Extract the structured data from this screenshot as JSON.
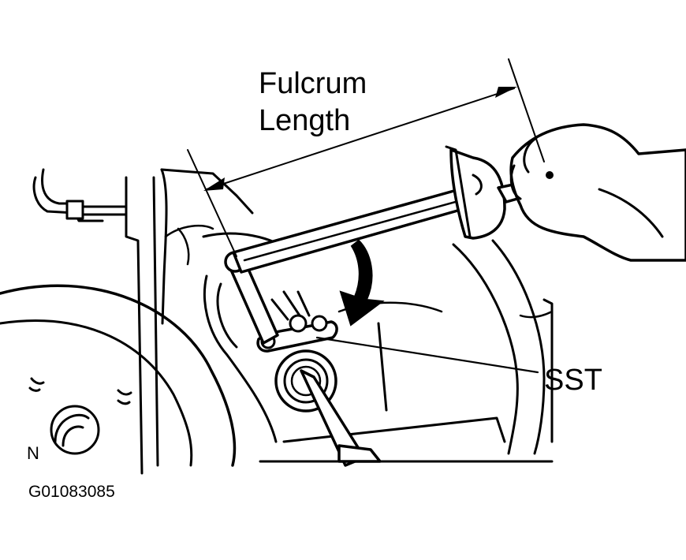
{
  "diagram": {
    "callouts": {
      "fulcrum_line1": "Fulcrum",
      "fulcrum_line2": "Length",
      "sst": "SST",
      "n_mark": "N"
    },
    "figure_code": "G01083085"
  }
}
